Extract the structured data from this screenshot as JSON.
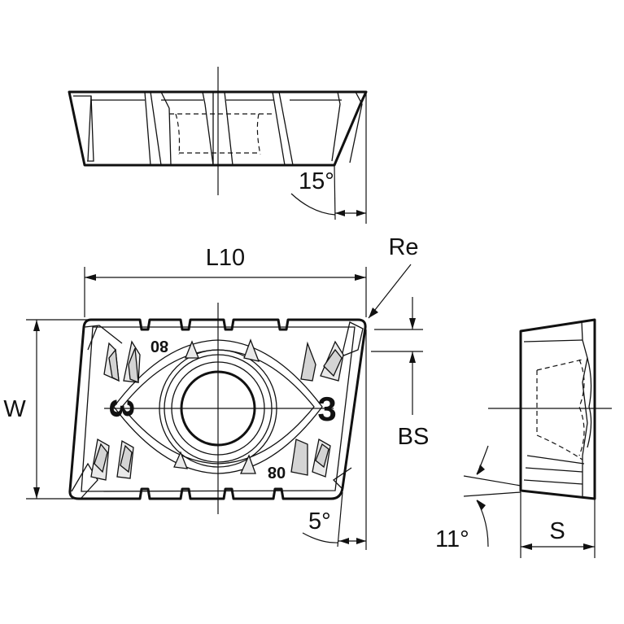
{
  "diagram": {
    "labels": {
      "length": "L10",
      "width": "W",
      "corner_radius": "Re",
      "wiper_flat": "BS",
      "thickness": "S",
      "top_angle": "15°",
      "bottom_angle": "5°",
      "clearance_angle": "11°"
    },
    "insert_markings": {
      "chip_breaker_left": "3",
      "chip_breaker_right": "3",
      "radius_code_top": "80",
      "radius_code_bottom": "08"
    }
  }
}
